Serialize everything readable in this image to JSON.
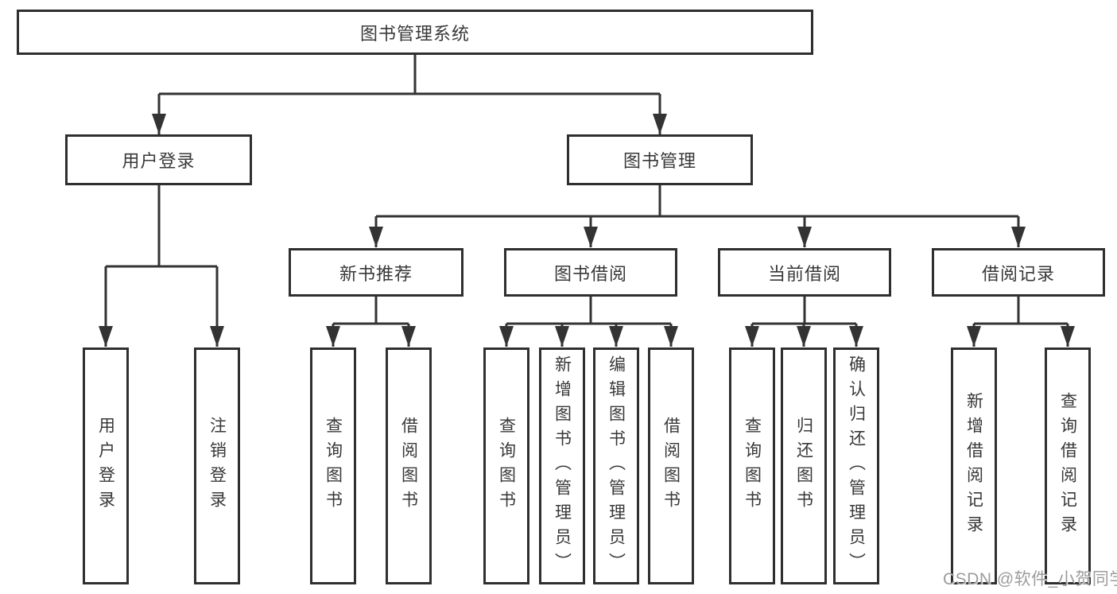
{
  "diagram": {
    "root": {
      "label": "图书管理系统",
      "children": [
        {
          "label": "用户登录",
          "children": [
            {
              "label": "用户登录"
            },
            {
              "label": "注销登录"
            }
          ]
        },
        {
          "label": "图书管理",
          "children": [
            {
              "label": "新书推荐",
              "children": [
                {
                  "label": "查询图书"
                },
                {
                  "label": "借阅图书"
                }
              ]
            },
            {
              "label": "图书借阅",
              "children": [
                {
                  "label": "查询图书"
                },
                {
                  "label": "新增图书（管理员）"
                },
                {
                  "label": "编辑图书（管理员）"
                },
                {
                  "label": "借阅图书"
                }
              ]
            },
            {
              "label": "当前借阅",
              "children": [
                {
                  "label": "查询图书"
                },
                {
                  "label": "归还图书"
                },
                {
                  "label": "确认归还（管理员）"
                }
              ]
            },
            {
              "label": "借阅记录",
              "children": [
                {
                  "label": "新增借阅记录"
                },
                {
                  "label": "查询借阅记录"
                }
              ]
            }
          ]
        }
      ]
    }
  },
  "watermark": {
    "text": "CSDN @软件_小贺同学"
  },
  "colors": {
    "line": "#333333",
    "node_border": "#2f2f2f",
    "text": "#383838",
    "watermark": "#9c9c9c",
    "background": "#ffffff"
  }
}
